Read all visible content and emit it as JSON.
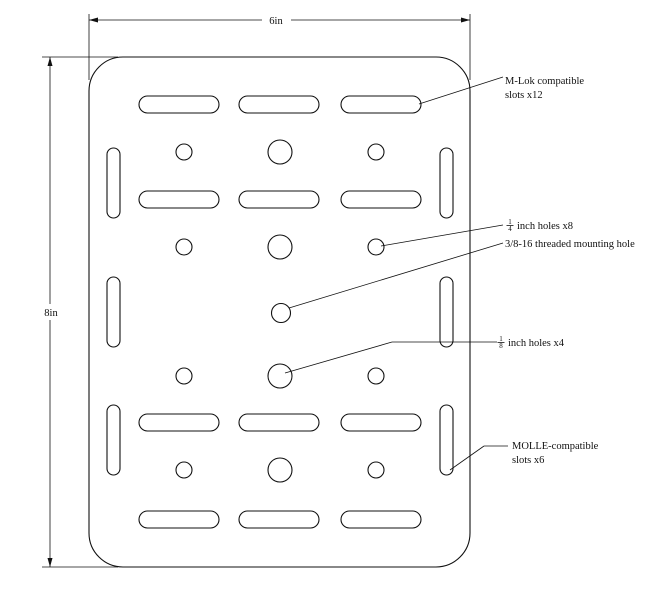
{
  "dimensions": {
    "width_label": "6in",
    "height_label": "8in"
  },
  "callouts": {
    "mlok_line1": "M-Lok compatible",
    "mlok_line2": "slots x12",
    "quarter_num": "1",
    "quarter_den": "4",
    "quarter_text": "inch holes x8",
    "threaded_text": "3/8-16 threaded mounting hole",
    "eighth_num": "1",
    "eighth_den": "8",
    "eighth_text": "inch holes x4",
    "molle_line1": "MOLLE-compatible",
    "molle_line2": "slots x6"
  },
  "colors": {
    "line": "#111111",
    "background": "#ffffff"
  }
}
